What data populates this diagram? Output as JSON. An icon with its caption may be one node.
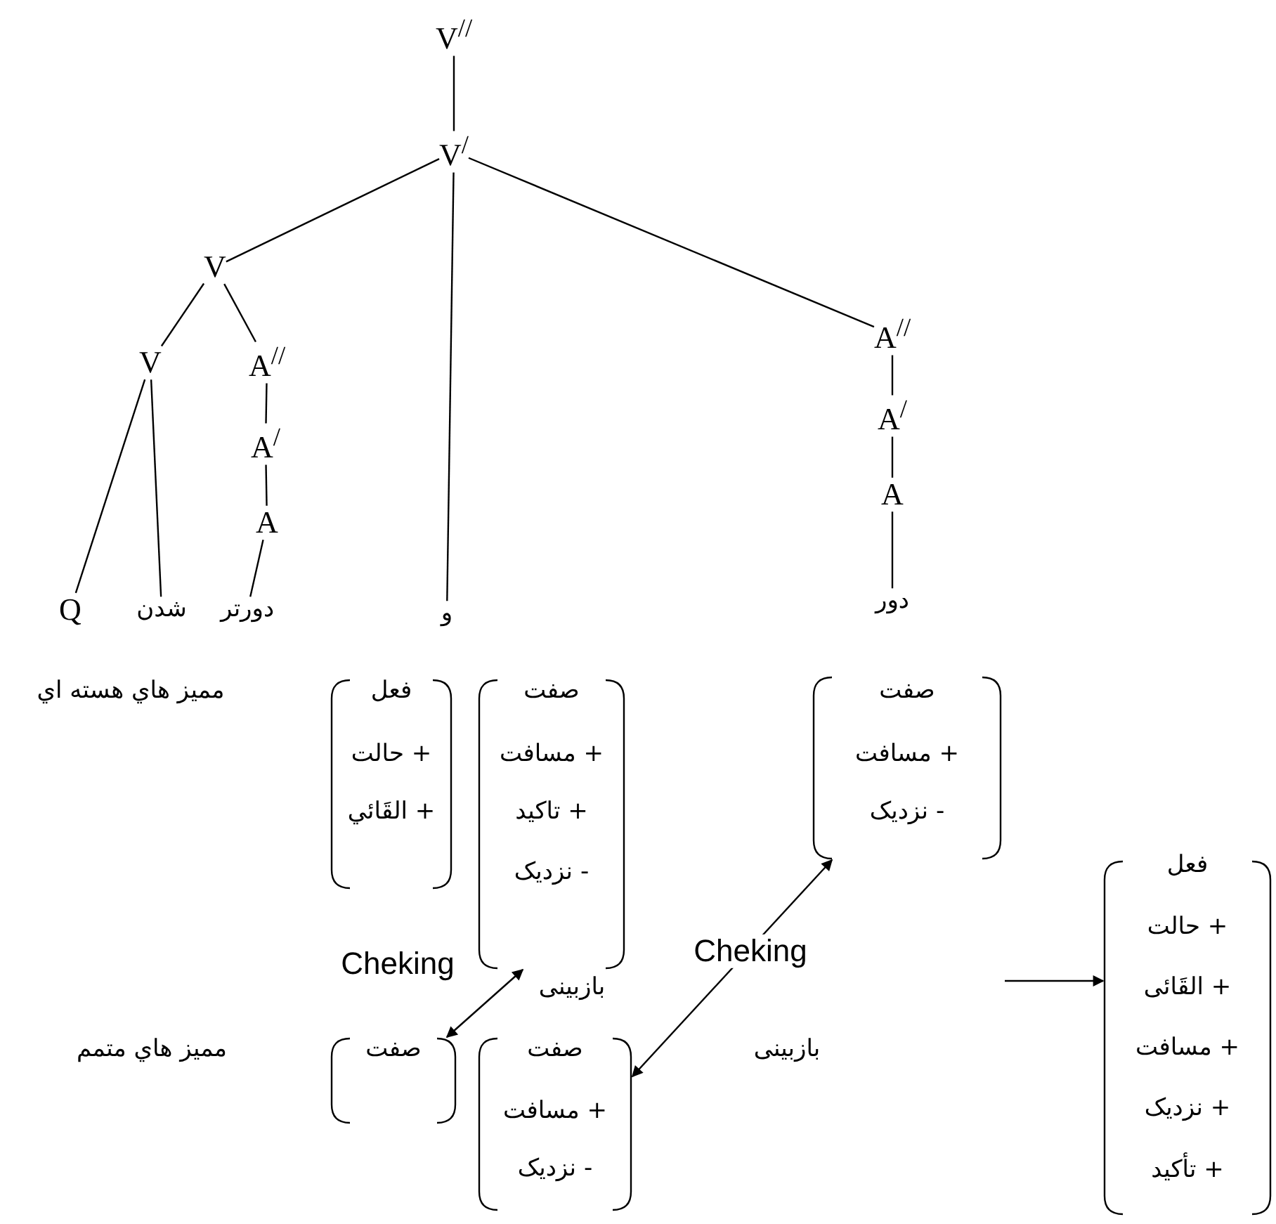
{
  "diagram": {
    "nodes": [
      {
        "text": [
          "V$^{//}$"
        ]
      },
      {
        "text": [
          "V$^{/}$"
        ]
      },
      {
        "text": [
          "V"
        ]
      },
      {
        "text": [
          "V"
        ]
      },
      {
        "text": [
          "A$^{//}$"
        ]
      },
      {
        "text": [
          "A$^{/}$"
        ]
      },
      {
        "text": [
          "A"
        ]
      },
      {
        "text": [
          "Q"
        ]
      },
      {
        "text": [
          "شدن"
        ]
      },
      {
        "text": [
          "دورتر"
        ]
      },
      {
        "text": [
          "و"
        ]
      },
      {
        "text": [
          "A$^{//}$"
        ]
      },
      {
        "text": [
          "A$^{/}$"
        ]
      },
      {
        "text": [
          "A"
        ]
      },
      {
        "text": [
          "دور"
        ]
      },
      {
        "text": [
          "فعل",
          "+ حالت",
          "+ القَائي"
        ]
      },
      {
        "text": [
          "صفت",
          "+ مسافت",
          "+ تاکید",
          "- نزدیک"
        ]
      },
      {
        "text": [
          "صفت",
          "+ مسافت",
          "- نزدیک"
        ]
      },
      {
        "text": [
          "صفت"
        ]
      },
      {
        "text": [
          "صفت",
          "+ مسافت",
          "- نزدیک"
        ]
      },
      {
        "text": [
          "فعل",
          "+ حالت",
          "+ القَائی",
          "+ مسافت",
          "+ نزدیک",
          "+ تأکید"
        ]
      }
    ],
    "edges": [
      {
        "from": 0,
        "to": 1,
        "arrow": "none"
      },
      {
        "from": 1,
        "to": 2,
        "arrow": "none"
      },
      {
        "from": 1,
        "to": 10,
        "arrow": "none"
      },
      {
        "from": 1,
        "to": 11,
        "arrow": "none"
      },
      {
        "from": 2,
        "to": 3,
        "arrow": "none"
      },
      {
        "from": 2,
        "to": 4,
        "arrow": "none"
      },
      {
        "from": 3,
        "to": 7,
        "arrow": "none"
      },
      {
        "from": 3,
        "to": 8,
        "arrow": "none"
      },
      {
        "from": 4,
        "to": 5,
        "arrow": "none"
      },
      {
        "from": 5,
        "to": 6,
        "arrow": "none"
      },
      {
        "from": 6,
        "to": 9,
        "arrow": "none"
      },
      {
        "from": 11,
        "to": 12,
        "arrow": "none"
      },
      {
        "from": 12,
        "to": 13,
        "arrow": "none"
      },
      {
        "from": 13,
        "to": 14,
        "arrow": "none"
      },
      {
        "from": 18,
        "to": 16,
        "arrow": "both"
      },
      {
        "from": 19,
        "to": 17,
        "arrow": "both"
      },
      {
        "from": null,
        "to": 20,
        "arrow": "to"
      }
    ],
    "labels": [
      "ممیز هاي هسته اي",
      "Cheking",
      "بازبینی",
      "Cheking",
      "ممیز هاي متمم",
      "بازبینی"
    ]
  }
}
